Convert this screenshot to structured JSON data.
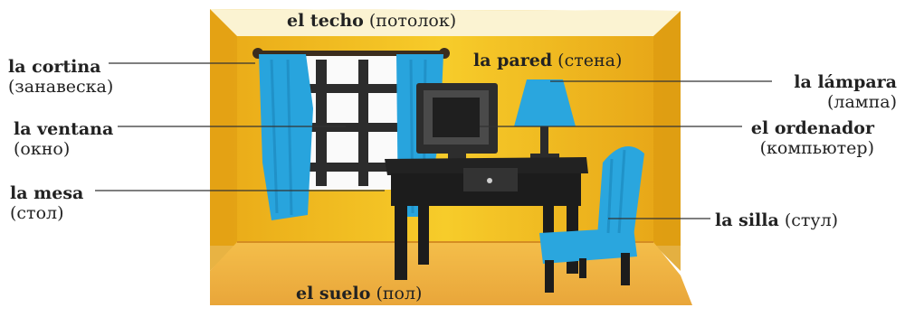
{
  "labels": {
    "techo": {
      "es": "el techo",
      "ru": "(потолок)"
    },
    "cortina": {
      "es": "la cortina",
      "ru": "(занавеска)"
    },
    "pared": {
      "es": "la pared",
      "ru": "(стена)"
    },
    "lampara": {
      "es": "la lámpara",
      "ru": "(лампа)"
    },
    "ventana": {
      "es": "la ventana",
      "ru": "(окно)"
    },
    "ordenador": {
      "es": "el ordenador",
      "ru": "(компьютер)"
    },
    "mesa": {
      "es": "la mesa",
      "ru": "(стол)"
    },
    "silla": {
      "es": "la silla",
      "ru": "(стул)"
    },
    "suelo": {
      "es": "el suelo",
      "ru": "(пол)"
    }
  },
  "colors": {
    "wall": "#f3c21a",
    "wall_dark": "#e0a413",
    "floor": "#f0b23a",
    "curtain": "#2aa6de",
    "furniture": "#1e1e1e"
  }
}
